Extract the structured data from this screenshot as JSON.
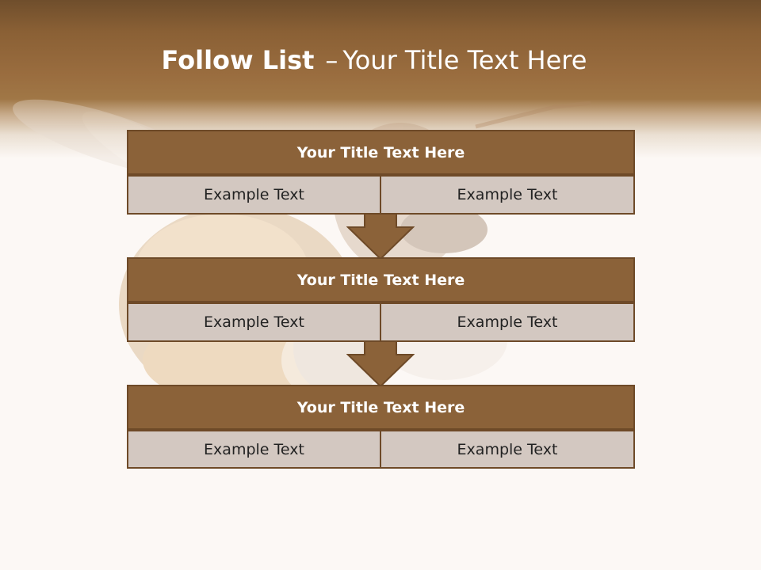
{
  "slide": {
    "title_bold": "Follow List",
    "title_dash": "–",
    "title_rest": "Your Title Text Here"
  },
  "blocks": [
    {
      "title": "Your Title Text Here",
      "left_text": "Example Text",
      "right_text": "Example Text"
    },
    {
      "title": "Your Title Text Here",
      "left_text": "Example Text",
      "right_text": "Example Text"
    },
    {
      "title": "Your Title Text Here",
      "left_text": "Example Text",
      "right_text": "Example Text"
    }
  ],
  "colors": {
    "header_band": "#9a6d3f",
    "block_header": "#8b6239",
    "block_cell": "#d3c8c1",
    "border": "#6e4a28",
    "arrow": "#8b6239"
  },
  "icons": [
    "bee-illustration",
    "down-arrow-icon"
  ]
}
